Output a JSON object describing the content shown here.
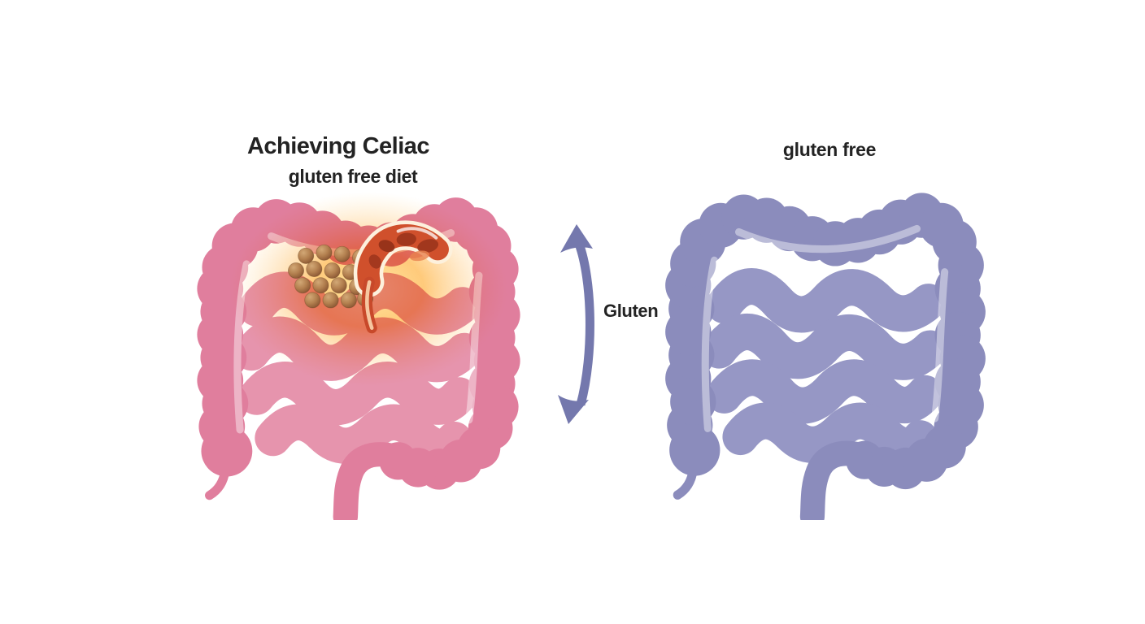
{
  "left_panel": {
    "title": "Achieving Celiac",
    "subtitle": "gluten free diet",
    "illustration": "inflamed-intestine-with-gluten-particles"
  },
  "right_panel": {
    "title": "gluten free",
    "illustration": "healthy-intestine"
  },
  "center": {
    "arrow_label": "Gluten",
    "arrow_icon": "curved-double-headed-arrow"
  },
  "colors": {
    "pink": "#e07e9d",
    "pink_light": "#e694ad",
    "purple": "#8b8cbc",
    "purple_light": "#9697c5",
    "arrow": "#7478ad",
    "glow": "#ffc068",
    "granule": "#a9744a",
    "inflamed": "#d0502c",
    "text": "#232323"
  }
}
